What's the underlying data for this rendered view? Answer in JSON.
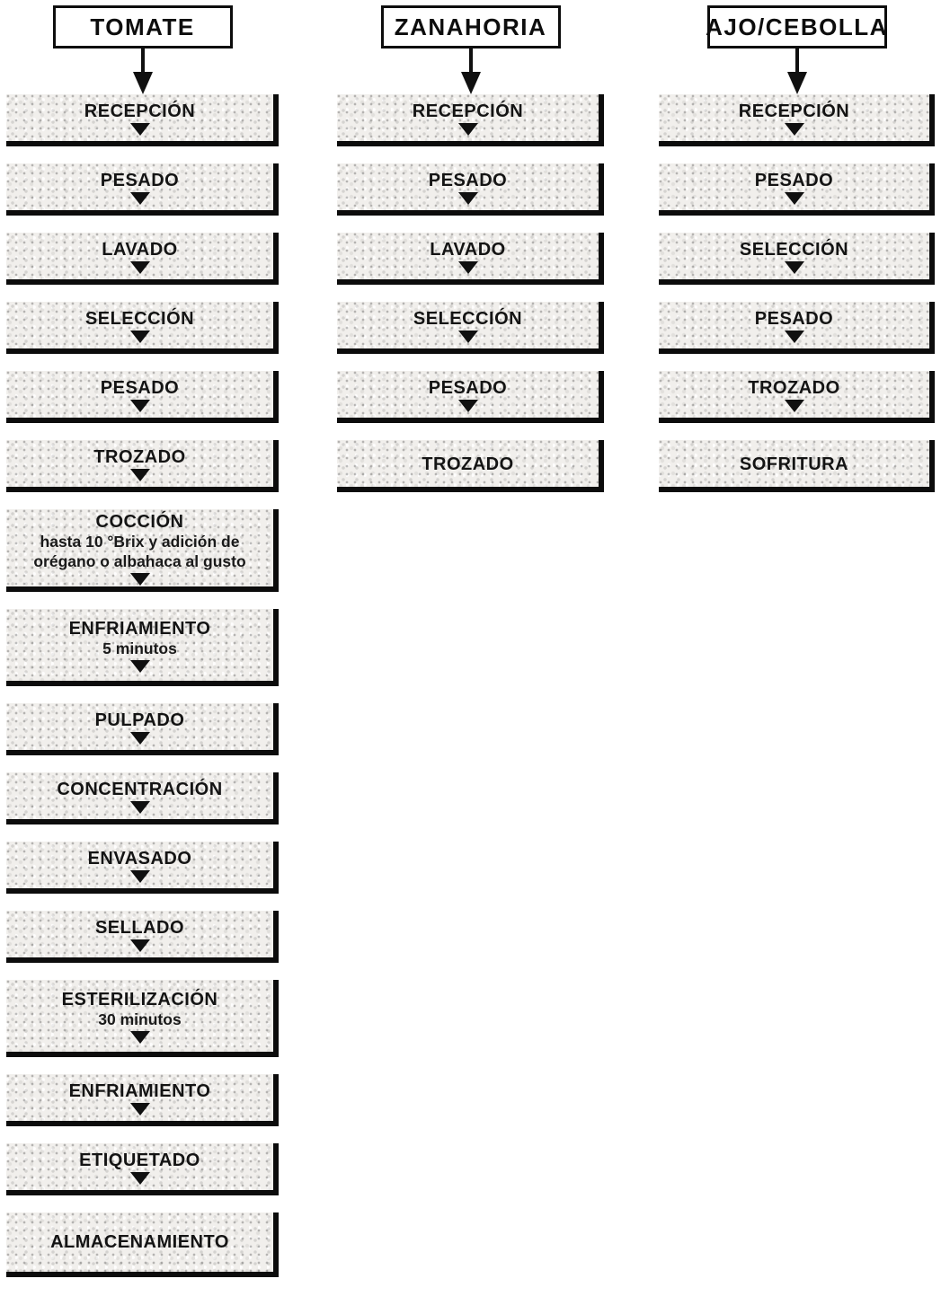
{
  "colors": {
    "background": "#ffffff",
    "box_fill": "#f1efec",
    "line": "#0c0c0c",
    "text": "#141414"
  },
  "diagram": {
    "type": "flowchart",
    "columns": [
      {
        "title": "TOMATE",
        "steps": [
          {
            "label": "RECEPCIÓN"
          },
          {
            "label": "PESADO"
          },
          {
            "label": "LAVADO"
          },
          {
            "label": "SELECCIÓN"
          },
          {
            "label": "PESADO"
          },
          {
            "label": "TROZADO"
          },
          {
            "label": "COCCIÓN",
            "sublabel": "hasta 10 °Brix y adición de orégano o albahaca al gusto"
          },
          {
            "label": "ENFRIAMIENTO",
            "sublabel": "5 minutos"
          },
          {
            "label": "PULPADO"
          },
          {
            "label": "CONCENTRACIÓN"
          },
          {
            "label": "ENVASADO"
          },
          {
            "label": "SELLADO"
          },
          {
            "label": "ESTERILIZACIÓN",
            "sublabel": "30 minutos"
          },
          {
            "label": "ENFRIAMIENTO"
          },
          {
            "label": "ETIQUETADO"
          },
          {
            "label": "ALMACENAMIENTO"
          }
        ]
      },
      {
        "title": "ZANAHORIA",
        "steps": [
          {
            "label": "RECEPCIÓN"
          },
          {
            "label": "PESADO"
          },
          {
            "label": "LAVADO"
          },
          {
            "label": "SELECCIÓN"
          },
          {
            "label": "PESADO"
          },
          {
            "label": "TROZADO"
          }
        ]
      },
      {
        "title": "AJO/CEBOLLA",
        "steps": [
          {
            "label": "RECEPCIÓN"
          },
          {
            "label": "PESADO"
          },
          {
            "label": "SELECCIÓN"
          },
          {
            "label": "PESADO"
          },
          {
            "label": "TROZADO"
          },
          {
            "label": "SOFRITURA"
          }
        ]
      }
    ]
  }
}
